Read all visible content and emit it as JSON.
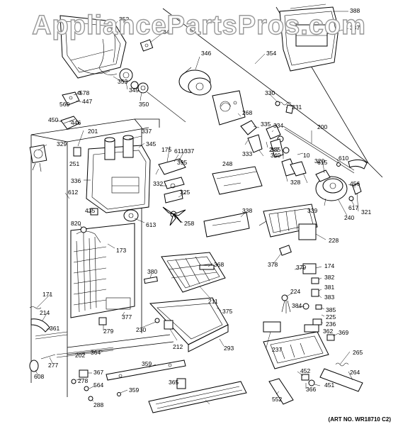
{
  "watermark": "AppliancePartsPros.com",
  "art_number": "(ART NO. WR18710 C2)",
  "callouts": [
    "352",
    "348",
    "388",
    "387",
    "354",
    "346",
    "353",
    "349",
    "578",
    "560",
    "447",
    "350",
    "330",
    "331",
    "450",
    "446",
    "337",
    "201",
    "200",
    "329",
    "268",
    "345",
    "335",
    "247",
    "334",
    "337",
    "251",
    "175",
    "611",
    "340",
    "333",
    "335",
    "10",
    "610",
    "395",
    "320",
    "248",
    "615",
    "336",
    "332",
    "328",
    "456",
    "612",
    "325",
    "339",
    "617",
    "435",
    "613",
    "258",
    "338",
    "321",
    "240",
    "820",
    "228",
    "173",
    "368",
    "378",
    "379",
    "174",
    "380",
    "382",
    "381",
    "383",
    "224",
    "171",
    "211",
    "375",
    "384",
    "385",
    "225",
    "214",
    "377",
    "236",
    "230",
    "279",
    "361",
    "362",
    "369",
    "237",
    "212",
    "293",
    "202",
    "364",
    "265",
    "277",
    "359",
    "264",
    "608",
    "367",
    "452",
    "278",
    "365",
    "366",
    "451",
    "564",
    "359",
    "552",
    "288"
  ]
}
